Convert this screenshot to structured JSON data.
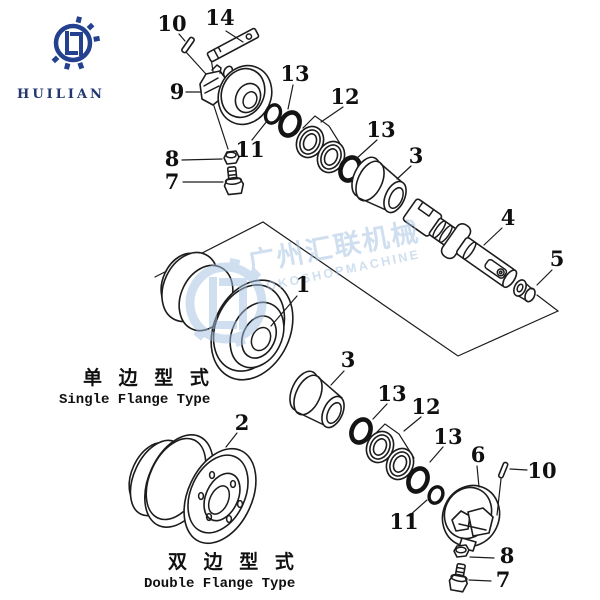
{
  "brand": {
    "name": "HUILIAN"
  },
  "watermark": {
    "cn": "广州汇联机械",
    "en": "KOKOSHOPMACHINE"
  },
  "captions": {
    "single_cn": "单 边 型 式",
    "single_en": "Single Flange Type",
    "double_cn": "双 边 型 式",
    "double_en": "Double Flange Type"
  },
  "callouts": {
    "upper": {
      "pin": "10",
      "bar": "14",
      "bracket": "9",
      "nut": "8",
      "bolt": "7",
      "oring_small": "11",
      "oring_left": "13",
      "bearings": "12",
      "oring_right": "13",
      "bushing": "3",
      "shaft": "4",
      "plug": "5",
      "roller": "1"
    },
    "lower": {
      "roller": "2",
      "bushing": "3",
      "oring_left": "13",
      "bearings": "12",
      "oring_right": "13",
      "oring_small": "11",
      "cap": "6",
      "pin": "10",
      "nut": "8",
      "bolt": "7"
    }
  },
  "colors": {
    "line": "#1c1c1c",
    "brand_blue": "#24418f",
    "watermark_blue": "#a3c0e0"
  }
}
